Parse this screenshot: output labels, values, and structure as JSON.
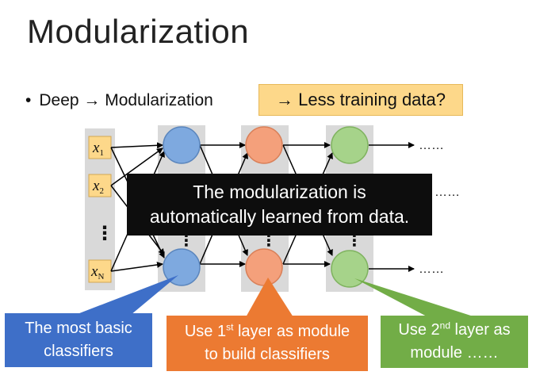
{
  "slide": {
    "title": "Modularization"
  },
  "bullet": {
    "marker": "•",
    "text": "Deep → Modularization",
    "highlight": "→ Less training data?"
  },
  "inputs": {
    "x1": "x",
    "x1_sub": "1",
    "x2": "x",
    "x2_sub": "2",
    "xn": "x",
    "xn_sub": "N",
    "vertical_dots": "⋮"
  },
  "outputs": {
    "top": "……",
    "middle": "……",
    "bottom": "……"
  },
  "overlay": {
    "line1": "The modularization is",
    "line2": "automatically learned from data."
  },
  "callouts": {
    "blue": {
      "line1": "The most basic",
      "line2": "classifiers"
    },
    "orange": {
      "pre": "Use 1",
      "sup": "st",
      "post": " layer as module",
      "line2": "to build classifiers"
    },
    "green": {
      "pre": "Use 2",
      "sup": "nd",
      "post": " layer as",
      "line2": "module ……"
    }
  },
  "colors": {
    "layer1": "#7ea9df",
    "layer2": "#f4a07b",
    "layer3": "#a6d38a",
    "column_bg": "#d9d9d9",
    "input_box": "#fdd88a",
    "callout_blue": "#3e6fc8",
    "callout_orange": "#ec7a32",
    "callout_green": "#72ad47"
  }
}
